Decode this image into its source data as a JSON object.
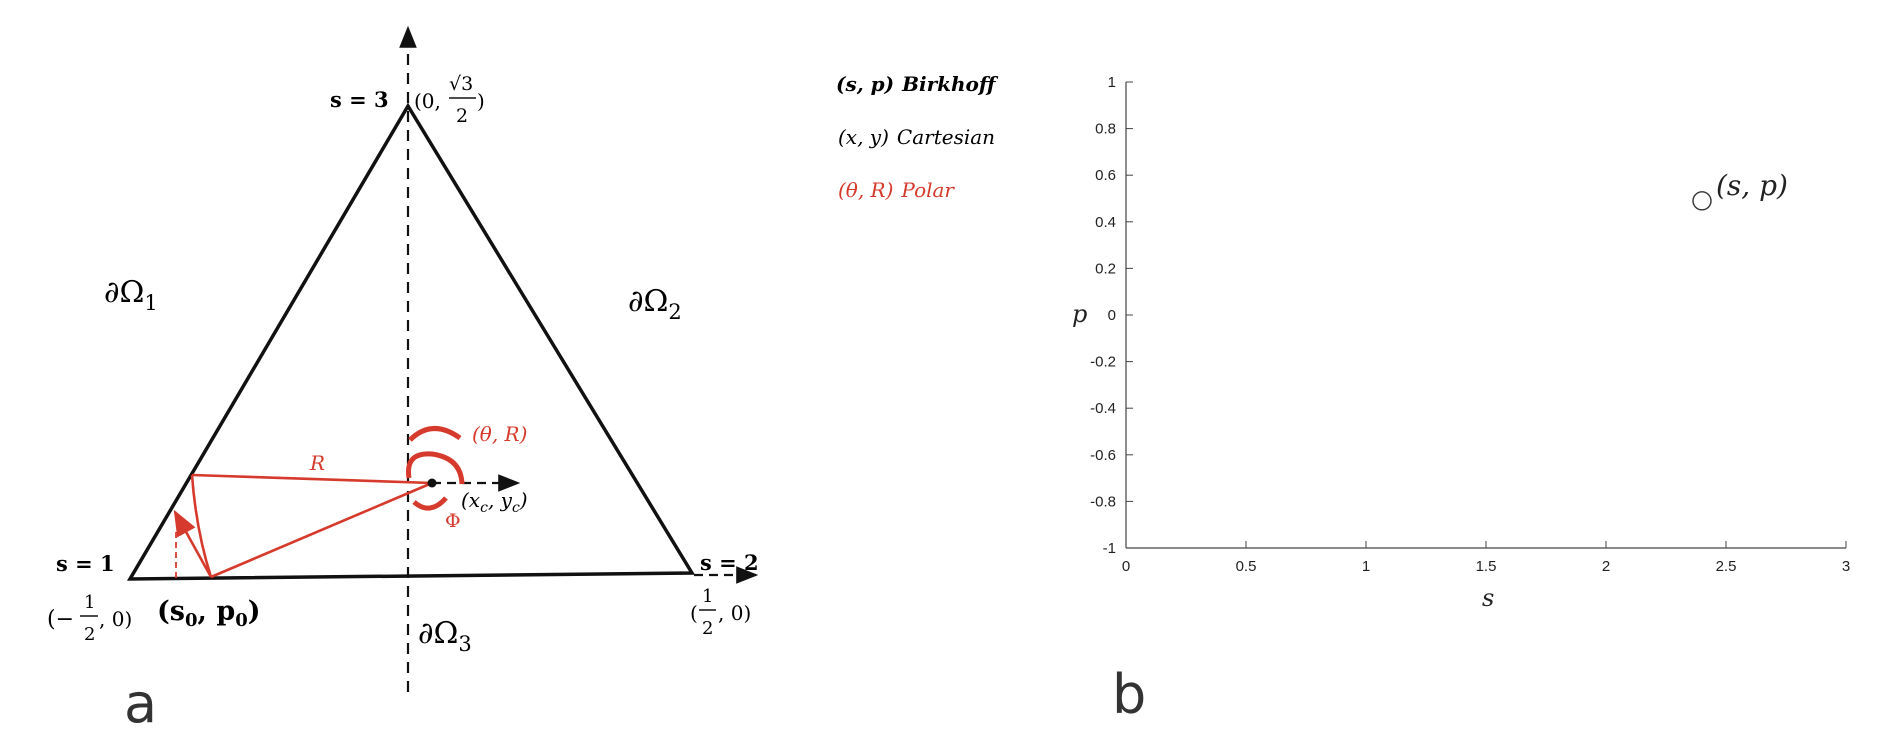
{
  "colors": {
    "triangle": "#111111",
    "polar": "#d63a2c",
    "axis": "#444444"
  },
  "panel_a": {
    "letter": "a",
    "vertex_top_s": "s = 3",
    "vertex_top_coord_prefix": "(0,",
    "vertex_top_coord_num": "√3",
    "vertex_top_coord_den": "2",
    "vertex_top_coord_suffix": ")",
    "vertex_left_s": "s = 1",
    "vertex_left_coord_prefix": "(−",
    "vertex_left_coord_num": "1",
    "vertex_left_coord_den": "2",
    "vertex_left_coord_suffix": ", 0)",
    "vertex_right_s": "s = 2",
    "vertex_right_coord_prefix": "(",
    "vertex_right_coord_num": "1",
    "vertex_right_coord_den": "2",
    "vertex_right_coord_suffix": ", 0)",
    "boundary_1": "∂Ω",
    "boundary_1_sub": "1",
    "boundary_2": "∂Ω",
    "boundary_2_sub": "2",
    "boundary_3": "∂Ω",
    "boundary_3_sub": "3",
    "start_point": "(s",
    "start_point_s_sub": "0",
    "start_point_mid": ", p",
    "start_point_p_sub": "0",
    "start_point_end": ")",
    "radius_label": "R",
    "polar_label": "(θ, R)",
    "phi_label": "Φ",
    "center_label_prefix": "(x",
    "center_label_x_sub": "c",
    "center_label_mid": ", y",
    "center_label_y_sub": "c",
    "center_label_suffix": ")"
  },
  "legend": [
    {
      "coords": "(s, p)",
      "name": "Birkhoff",
      "style": "bold"
    },
    {
      "coords": "(x, y)",
      "name": "Cartesian",
      "style": "normal"
    },
    {
      "coords": "(θ, R)",
      "name": "Polar",
      "style": "red"
    }
  ],
  "panel_b": {
    "letter": "b",
    "marker_label": "(s, p)"
  },
  "chart_data": {
    "type": "scatter",
    "xlabel": "s",
    "ylabel": "p",
    "xlim": [
      0,
      3
    ],
    "ylim": [
      -1,
      1
    ],
    "xticks": [
      0,
      0.5,
      1,
      1.5,
      2,
      2.5,
      3
    ],
    "yticks": [
      -1,
      -0.8,
      -0.6,
      -0.4,
      -0.2,
      0,
      0.2,
      0.4,
      0.6,
      0.8,
      1
    ],
    "xtick_labels": [
      "0",
      "0.5",
      "1",
      "1.5",
      "2",
      "2.5",
      "3"
    ],
    "ytick_labels": [
      "-1",
      "-0.8",
      "-0.6",
      "-0.4",
      "-0.2",
      "0",
      "0.2",
      "0.4",
      "0.6",
      "0.8",
      "1"
    ],
    "grid": false,
    "points": [
      {
        "x": 2.4,
        "y": 0.49
      }
    ]
  }
}
